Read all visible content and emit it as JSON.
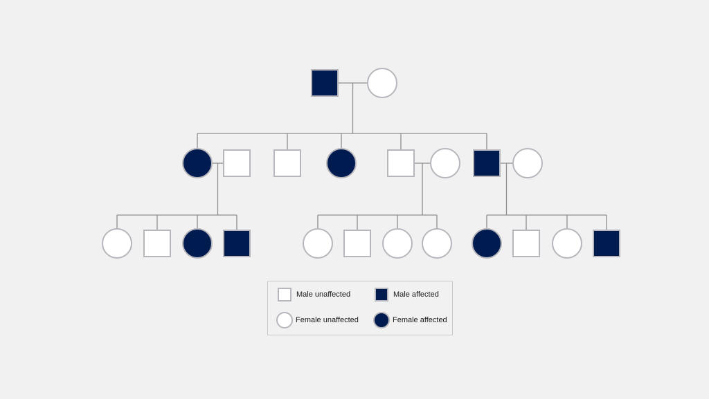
{
  "colors": {
    "background": "#f1f1f1",
    "affected_fill": "#001b4f",
    "unaffected_fill": "#ffffff",
    "symbol_border": "#b6b6bc",
    "line": "#8e8e8e"
  },
  "pedigree": {
    "generations": [
      {
        "id": "I",
        "individuals": [
          {
            "id": "I-1",
            "sex": "male",
            "affected": true
          },
          {
            "id": "I-2",
            "sex": "female",
            "affected": false
          }
        ]
      },
      {
        "id": "II",
        "individuals": [
          {
            "id": "II-1",
            "sex": "female",
            "affected": true
          },
          {
            "id": "II-2",
            "sex": "male",
            "affected": false,
            "married_in": true
          },
          {
            "id": "II-3",
            "sex": "male",
            "affected": false
          },
          {
            "id": "II-4",
            "sex": "female",
            "affected": true
          },
          {
            "id": "II-5",
            "sex": "male",
            "affected": false
          },
          {
            "id": "II-6",
            "sex": "female",
            "affected": false,
            "married_in": true
          },
          {
            "id": "II-7",
            "sex": "male",
            "affected": true
          },
          {
            "id": "II-8",
            "sex": "female",
            "affected": false,
            "married_in": true
          }
        ]
      },
      {
        "id": "III",
        "individuals": [
          {
            "id": "III-1",
            "sex": "female",
            "affected": false
          },
          {
            "id": "III-2",
            "sex": "male",
            "affected": false
          },
          {
            "id": "III-3",
            "sex": "female",
            "affected": true
          },
          {
            "id": "III-4",
            "sex": "male",
            "affected": true
          },
          {
            "id": "III-5",
            "sex": "female",
            "affected": false
          },
          {
            "id": "III-6",
            "sex": "male",
            "affected": false
          },
          {
            "id": "III-7",
            "sex": "female",
            "affected": false
          },
          {
            "id": "III-8",
            "sex": "female",
            "affected": false
          },
          {
            "id": "III-9",
            "sex": "female",
            "affected": true
          },
          {
            "id": "III-10",
            "sex": "male",
            "affected": false
          },
          {
            "id": "III-11",
            "sex": "female",
            "affected": false
          },
          {
            "id": "III-12",
            "sex": "male",
            "affected": true
          }
        ]
      }
    ],
    "matings": [
      {
        "partners": [
          "I-1",
          "I-2"
        ],
        "children": [
          "II-1",
          "II-3",
          "II-4",
          "II-5",
          "II-7"
        ]
      },
      {
        "partners": [
          "II-1",
          "II-2"
        ],
        "children": [
          "III-1",
          "III-2",
          "III-3",
          "III-4"
        ]
      },
      {
        "partners": [
          "II-5",
          "II-6"
        ],
        "children": [
          "III-5",
          "III-6",
          "III-7",
          "III-8"
        ]
      },
      {
        "partners": [
          "II-7",
          "II-8"
        ],
        "children": [
          "III-9",
          "III-10",
          "III-11",
          "III-12"
        ]
      }
    ]
  },
  "legend": {
    "male_unaffected": "Male unaffected",
    "male_affected": "Male affected",
    "female_unaffected": "Female unaffected",
    "female_affected": "Female affected"
  }
}
